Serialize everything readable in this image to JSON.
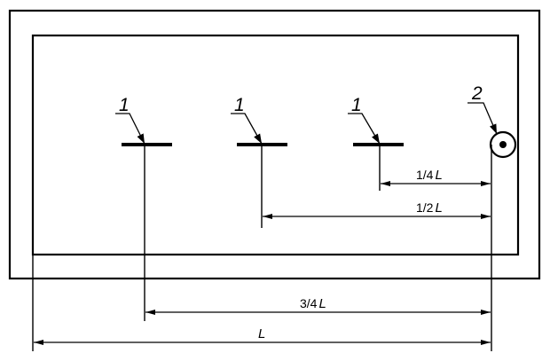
{
  "callouts": {
    "sensor_label": "1",
    "source_label": "2"
  },
  "dimensions": {
    "quarter": {
      "prefix": "1/4",
      "var": "L"
    },
    "half": {
      "prefix": "1/2",
      "var": "L"
    },
    "three_quarter": {
      "prefix": "3/4",
      "var": "L"
    },
    "full": {
      "prefix": "",
      "var": "L"
    }
  }
}
